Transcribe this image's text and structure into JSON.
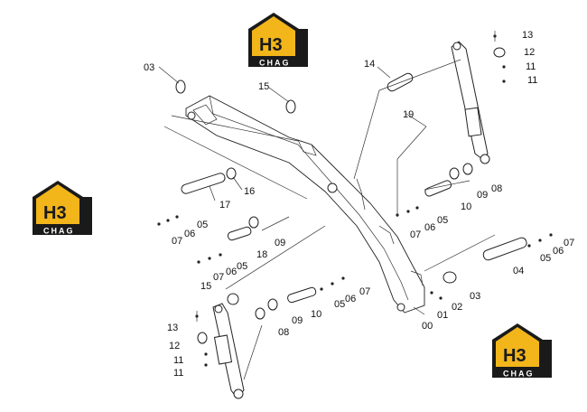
{
  "logos": [
    {
      "mark": "H3",
      "word": "CHAG"
    },
    {
      "mark": "H3",
      "word": "CHAG"
    },
    {
      "mark": "H3",
      "word": "CHAG"
    }
  ],
  "callouts": [
    "00",
    "01",
    "02",
    "03",
    "03",
    "04",
    "05",
    "05",
    "05",
    "05",
    "05",
    "06",
    "06",
    "06",
    "06",
    "06",
    "07",
    "07",
    "07",
    "07",
    "07",
    "08",
    "08",
    "09",
    "09",
    "09",
    "10",
    "10",
    "11",
    "11",
    "11",
    "11",
    "12",
    "12",
    "13",
    "13",
    "14",
    "15",
    "15",
    "16",
    "17",
    "18",
    "19"
  ],
  "colors": {
    "logo_yellow": "#f2b51a",
    "logo_black": "#1a1a1a",
    "line": "#222222"
  }
}
